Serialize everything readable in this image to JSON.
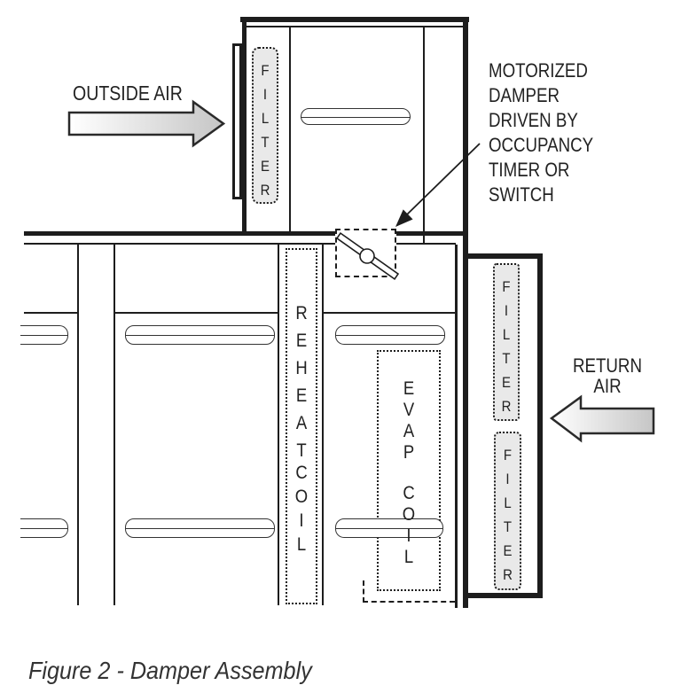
{
  "figure": {
    "caption": "Figure 2 - Damper Assembly"
  },
  "labels": {
    "outside_air": "OUTSIDE AIR",
    "return_air": [
      "RETURN",
      "AIR"
    ],
    "motorized_note": [
      "MOTORIZED",
      "DAMPER",
      "DRIVEN BY",
      "OCCUPANCY",
      "TIMER OR",
      "SWITCH"
    ],
    "filter": "FILTER",
    "reheat": "REHEAT",
    "evap": "EVAP",
    "coil": "COIL"
  },
  "icons": {
    "outside_air_arrow": "right-arrow",
    "return_air_arrow": "left-arrow",
    "damper_pointer": "leader-arrow",
    "damper_blade": "diagonal-damper-blade"
  },
  "colors": {
    "line": "#1d1d1d",
    "text": "#222222",
    "filter_fill": "#e9e9e9",
    "arrow_light": "#ffffff",
    "arrow_dark": "#c6c6c6"
  }
}
